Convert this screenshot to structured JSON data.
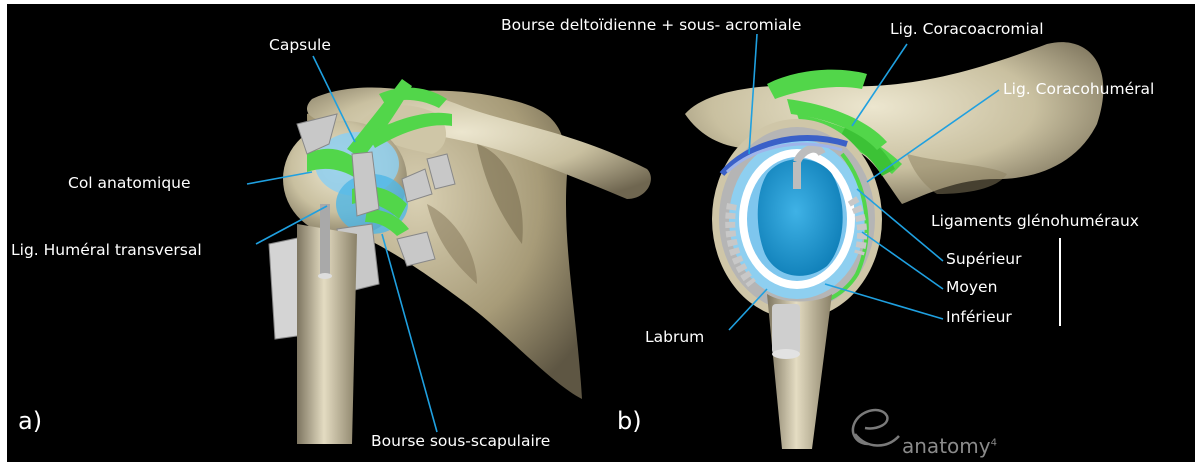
{
  "panels": {
    "a": {
      "letter": "a)",
      "labels": {
        "capsule": "Capsule",
        "col_anatomique": "Col anatomique",
        "lig_humeral_transversal": "Lig. Huméral transversal",
        "bourse_sous_scapulaire": "Bourse sous-scapulaire"
      }
    },
    "b": {
      "letter": "b)",
      "labels": {
        "bourse_deltoidienne": "Bourse deltoïdienne + sous- acromiale",
        "lig_coracoacromial": "Lig. Coracoacromial",
        "lig_coracohumeral": "Lig. Coracohuméral",
        "ligaments_glenohumeraux": "Ligaments glénohuméraux",
        "superieur": "Supérieur",
        "moyen": "Moyen",
        "inferieur": "Inférieur",
        "labrum": "Labrum"
      }
    }
  },
  "watermark": {
    "text": "anatomy",
    "superscript": "4"
  },
  "colors": {
    "background": "#000000",
    "bone": "#d8d0b4",
    "ligament": "#52d64a",
    "leader_line": "#1fa0e0",
    "capsule_blue": "#8ecff0",
    "glenoid_blue": "#1a9ad6"
  }
}
